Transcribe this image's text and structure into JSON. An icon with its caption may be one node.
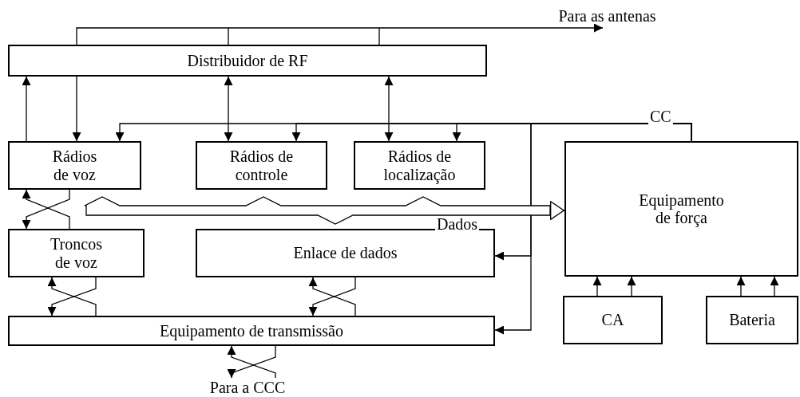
{
  "diagram": {
    "nodes": [
      {
        "text": [
          "Distribuidor de RF"
        ]
      },
      {
        "text": [
          "Rádios de voz"
        ]
      },
      {
        "text": [
          "Rádios de controle"
        ]
      },
      {
        "text": [
          "Rádios de localização"
        ]
      },
      {
        "text": [
          "Equipamento de força"
        ]
      },
      {
        "text": [
          "Troncos de voz"
        ]
      },
      {
        "text": [
          "Enlace de dados"
        ]
      },
      {
        "text": [
          "Equipamento de transmissão"
        ]
      },
      {
        "text": [
          "CA"
        ]
      },
      {
        "text": [
          "Bateria"
        ]
      },
      {
        "text": [
          "Para as antenas"
        ]
      },
      {
        "text": [
          "Para a CCC"
        ]
      }
    ],
    "edges": [
      {
        "from": 0,
        "to": 10,
        "arrow": "to"
      },
      {
        "from": 1,
        "to": 0,
        "arrow": "to"
      },
      {
        "from": 0,
        "to": 1,
        "arrow": "to"
      },
      {
        "from": 0,
        "to": 2,
        "arrow": "both"
      },
      {
        "from": 0,
        "to": 3,
        "arrow": "both"
      },
      {
        "from": 4,
        "to": 1,
        "arrow": "to",
        "label": "CC"
      },
      {
        "from": 4,
        "to": 2,
        "arrow": "to"
      },
      {
        "from": 4,
        "to": 3,
        "arrow": "to"
      },
      {
        "from": 4,
        "to": 6,
        "arrow": "to"
      },
      {
        "from": 4,
        "to": 7,
        "arrow": "to"
      },
      {
        "from": null,
        "to": 4,
        "arrow": "to",
        "label": "Dados"
      },
      {
        "from": 1,
        "to": 5,
        "arrow": "to"
      },
      {
        "from": 5,
        "to": 1,
        "arrow": "to"
      },
      {
        "from": 5,
        "to": 7,
        "arrow": "to"
      },
      {
        "from": 7,
        "to": 5,
        "arrow": "to"
      },
      {
        "from": 6,
        "to": 7,
        "arrow": "to"
      },
      {
        "from": 7,
        "to": 6,
        "arrow": "to"
      },
      {
        "from": 7,
        "to": 11,
        "arrow": "to"
      },
      {
        "from": 11,
        "to": 7,
        "arrow": "to"
      },
      {
        "from": 8,
        "to": 4,
        "arrow": "to"
      },
      {
        "from": 8,
        "to": 4,
        "arrow": "to"
      },
      {
        "from": 9,
        "to": 4,
        "arrow": "to"
      },
      {
        "from": 9,
        "to": 4,
        "arrow": "to"
      }
    ]
  }
}
